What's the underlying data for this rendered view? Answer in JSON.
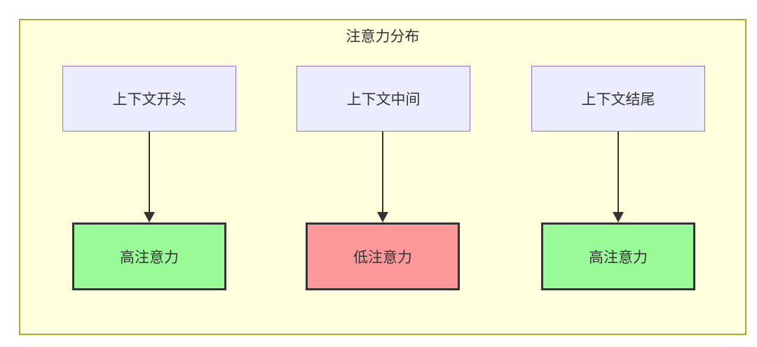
{
  "diagram": {
    "title": "注意力分布",
    "type": "flowchart",
    "colors": {
      "container_bg": "#FFFFDE",
      "container_border": "#AAAA33",
      "top_box_bg": "#ECECFF",
      "top_box_border": "#9370DB",
      "high_bg": "#98FB98",
      "low_bg": "#FF9999",
      "bottom_box_border": "#333333",
      "text": "#333333",
      "arrow": "#333333"
    },
    "columns": [
      {
        "source": "上下文开头",
        "target": "高注意力",
        "level": "high"
      },
      {
        "source": "上下文中间",
        "target": "低注意力",
        "level": "low"
      },
      {
        "source": "上下文结尾",
        "target": "高注意力",
        "level": "high"
      }
    ]
  }
}
